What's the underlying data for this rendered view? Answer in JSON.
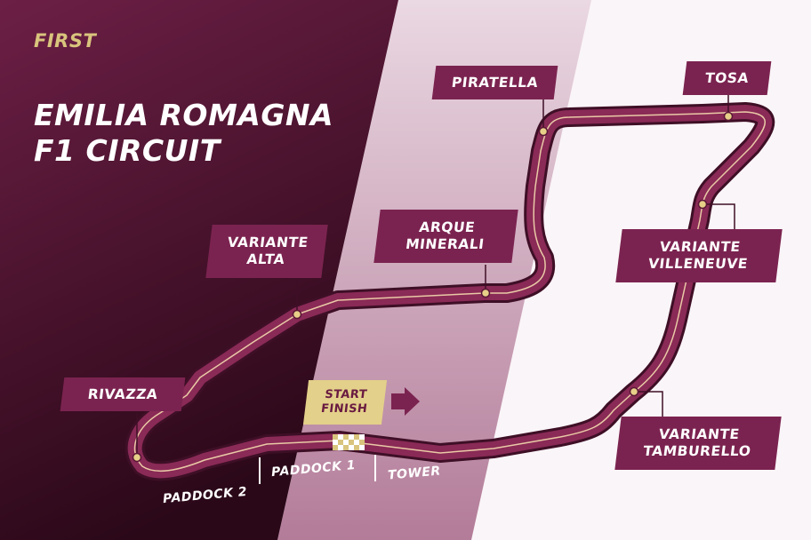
{
  "brand": "FIRST",
  "title": {
    "line1": "EMILIA ROMAGNA",
    "line2": "F1 CIRCUIT"
  },
  "corners": [
    {
      "id": "piratella",
      "lines": [
        "PIRATELLA"
      ]
    },
    {
      "id": "tosa",
      "lines": [
        "TOSA"
      ]
    },
    {
      "id": "arque-minerali",
      "lines": [
        "ARQUE",
        "MINERALI"
      ]
    },
    {
      "id": "variante-alta",
      "lines": [
        "VARIANTE",
        "ALTA"
      ]
    },
    {
      "id": "variante-villeneuve",
      "lines": [
        "VARIANTE",
        "VILLENEUVE"
      ]
    },
    {
      "id": "rivazza",
      "lines": [
        "RIVAZZA"
      ]
    },
    {
      "id": "variante-tamburello",
      "lines": [
        "VARIANTE",
        "TAMBURELLO"
      ]
    }
  ],
  "start_finish": {
    "lines": [
      "START",
      "FINISH"
    ]
  },
  "zones": [
    "PADDOCK 2",
    "PADDOCK 1",
    "TOWER"
  ],
  "colors": {
    "track": "#8a2a56",
    "track_edge": "#5a1636",
    "accent_gold": "#d9c47d",
    "label_bg": "#7b2350",
    "dark_bg": "#5a1a38"
  }
}
